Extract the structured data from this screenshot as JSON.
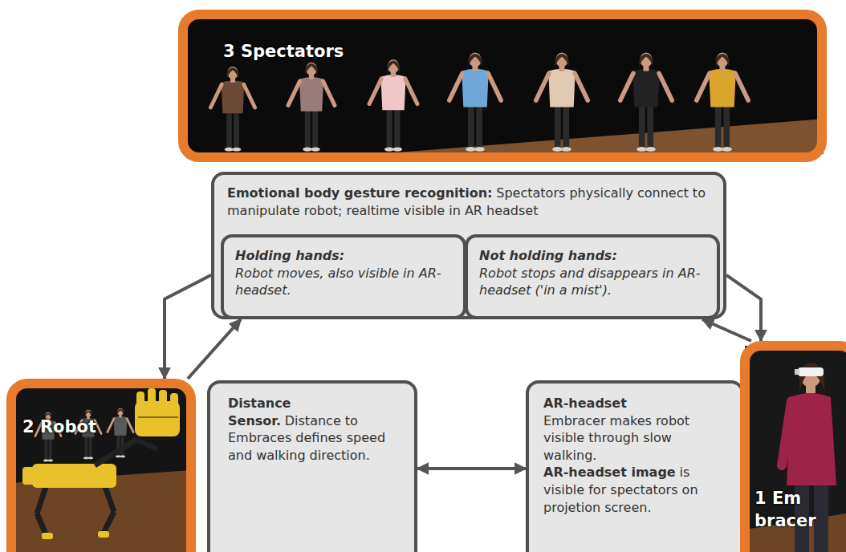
{
  "diagram": {
    "nodes": [
      {
        "text": [
          "3 Spectators"
        ]
      },
      {
        "text": [
          "Emotional body gesture recognition:",
          "Spectators physically connect to manipulate robot; realtime visible in AR headset"
        ]
      },
      {
        "text": [
          "Holding hands:",
          "Robot moves, also visible in AR-headset."
        ],
        "in": 1
      },
      {
        "text": [
          "Not holding hands:",
          "Robot stops and disappears in AR-headset ('in a mist')."
        ],
        "in": 1
      },
      {
        "text": [
          "2 Robot"
        ]
      },
      {
        "text": [
          "Distance Sensor.",
          "Distance to Embraces defines speed and walking direction."
        ]
      },
      {
        "text": [
          "AR-headset",
          "Embracer makes robot visible through slow walking.",
          "AR-headset image",
          "is visible for spectators on projetion screen."
        ]
      },
      {
        "text": [
          "1 Em bracer"
        ]
      }
    ],
    "edges": [
      {
        "from": 1,
        "to": 4,
        "arrow": "to"
      },
      {
        "from": 1,
        "to": 7,
        "arrow": "to"
      },
      {
        "from": 4,
        "to": 2,
        "arrow": "to"
      },
      {
        "from": 7,
        "to": 3,
        "arrow": "to"
      },
      {
        "from": 5,
        "to": 6,
        "arrow": "both"
      }
    ]
  }
}
